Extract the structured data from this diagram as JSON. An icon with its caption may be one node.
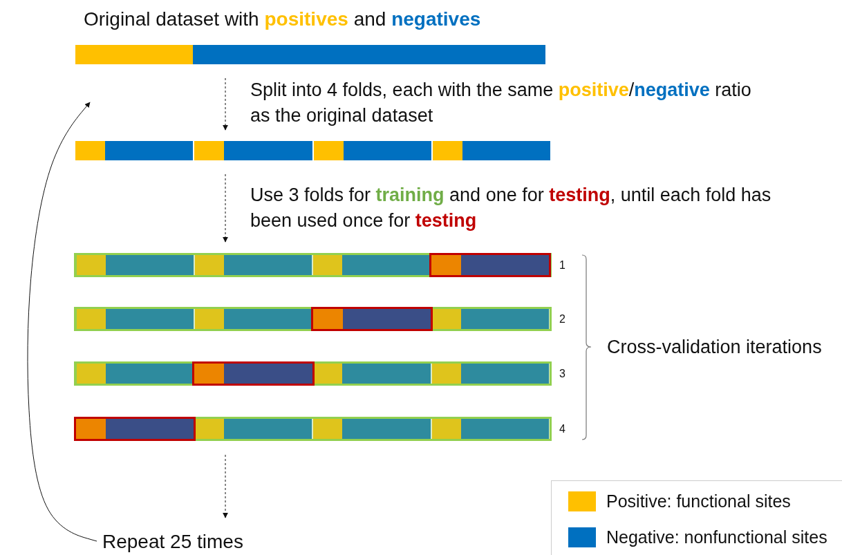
{
  "diagram": {
    "title": "Original dataset with **positives** and **negatives**",
    "nodes": [
      {
        "text": [],
        "shape": "bar"
      },
      {
        "text": [],
        "shape": "bar"
      },
      {
        "text": [],
        "shape": "bar",
        "beside": [
          "1"
        ]
      },
      {
        "text": [],
        "shape": "bar",
        "beside": [
          "2"
        ]
      },
      {
        "text": [],
        "shape": "bar",
        "beside": [
          "3"
        ]
      },
      {
        "text": [],
        "shape": "bar",
        "beside": [
          "4"
        ]
      },
      {
        "text": [
          "Repeat 25 times"
        ]
      }
    ],
    "edges": [
      {
        "from": 0,
        "to": 1,
        "arrow": "to",
        "style": "dashed"
      },
      {
        "from": 1,
        "to": 2,
        "arrow": "to",
        "style": "dashed"
      },
      {
        "from": 5,
        "to": 6,
        "arrow": "to",
        "style": "dashed"
      },
      {
        "from": 6,
        "to": null,
        "arrow": "to"
      }
    ],
    "labels": [
      "Split into 4 folds, each with the same **positive**/**negative** ratio as the original dataset",
      "Use 3 folds for **training** and one for **testing**, until each fold has been used once for **testing**",
      "Cross-validation iterations"
    ],
    "legend": [
      {
        "text": "Positive: functional sites",
        "color": "#ffc000"
      },
      {
        "text": "Negative: nonfunctional sites",
        "color": "#0070c0"
      }
    ]
  }
}
